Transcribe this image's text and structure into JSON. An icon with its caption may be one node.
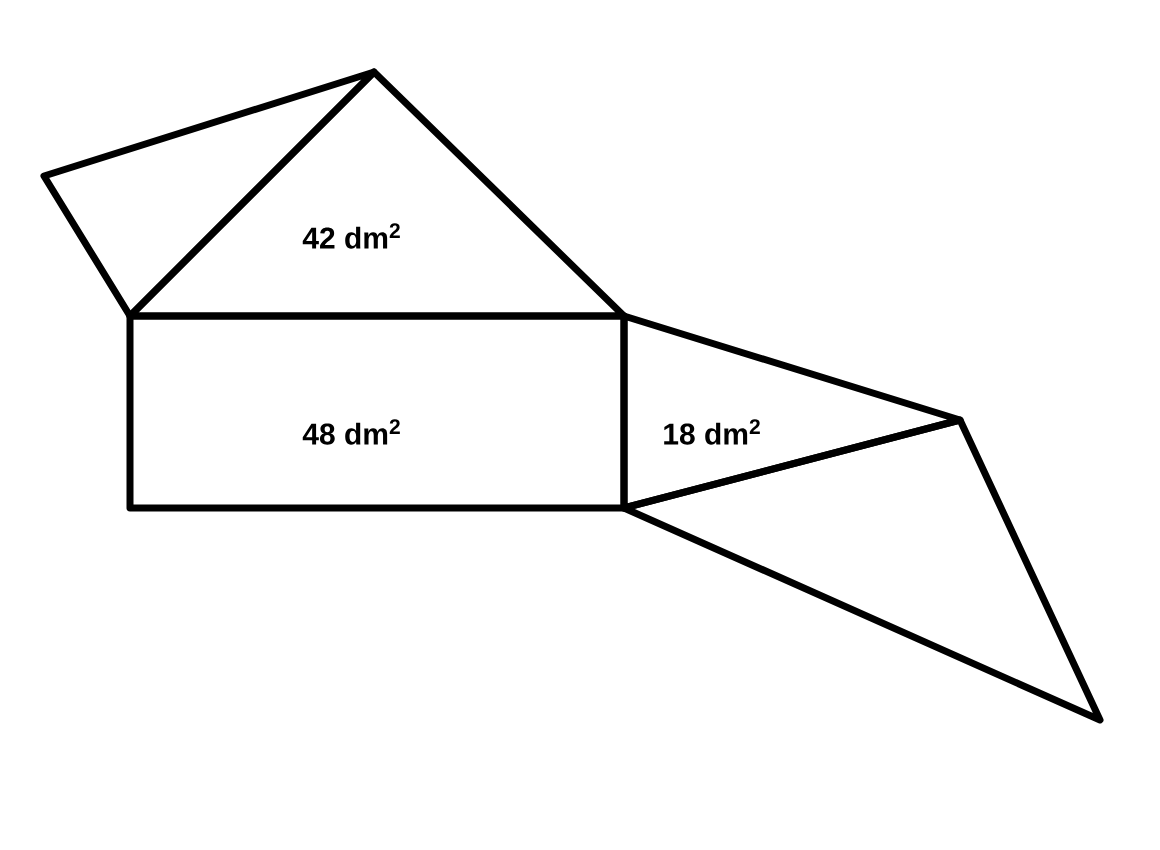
{
  "diagram": {
    "nodes": [
      {
        "text": [
          "42 dm$^{2}$"
        ]
      },
      {
        "text": [],
        "shape": "triangle"
      },
      {
        "text": [
          "48 dm$^{2}$"
        ]
      },
      {
        "text": [
          "18 dm$^{2}$"
        ]
      },
      {
        "text": [],
        "shape": "triangle"
      }
    ]
  }
}
